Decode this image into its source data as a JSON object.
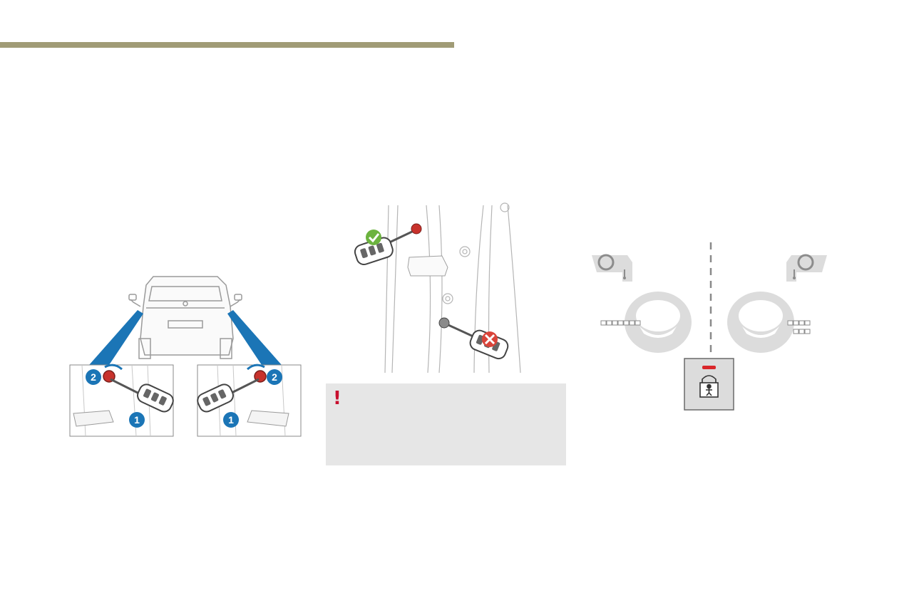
{
  "header": {
    "bar_color": "#a09b76"
  },
  "figure_left": {
    "step_badges": [
      "2",
      "1",
      "1",
      "2"
    ],
    "badge_color": "#1b75b6",
    "accent_color": "#c8322c"
  },
  "figure_middle": {
    "correct_icon": "check-icon",
    "incorrect_icon": "cross-icon",
    "correct_color": "#6cb33f",
    "incorrect_color": "#d9443a"
  },
  "warning": {
    "icon": "exclamation-icon",
    "mark": "!",
    "background": "#e6e6e6",
    "color": "#c8102e"
  },
  "figure_right": {
    "lock_icon": "child-lock-icon",
    "indicator_color": "#d9262a"
  }
}
